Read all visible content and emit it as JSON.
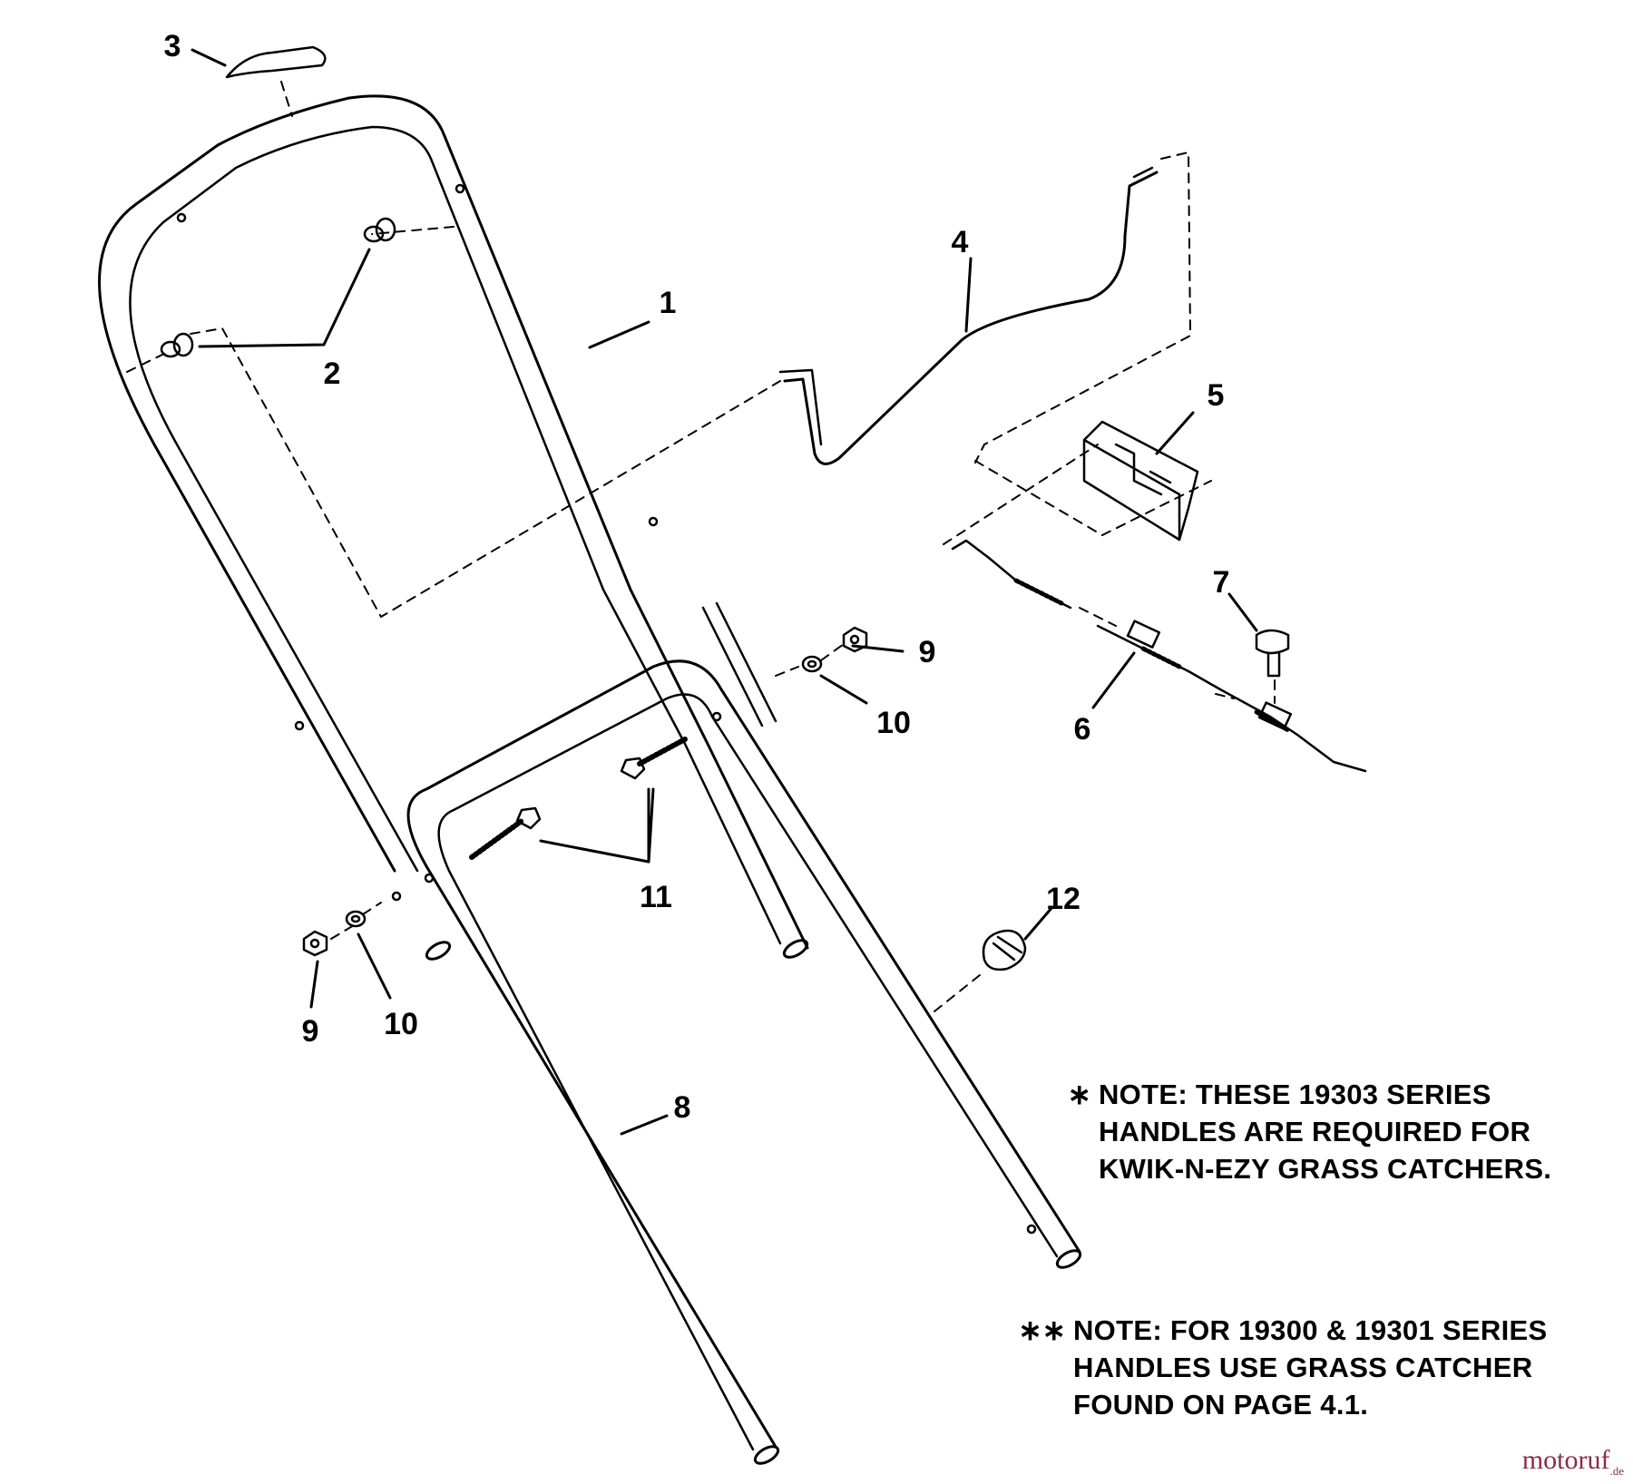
{
  "diagram": {
    "callouts": {
      "c1": "1",
      "c2": "2",
      "c3": "3",
      "c4": "4",
      "c5": "5",
      "c6": "6",
      "c7": "7",
      "c8": "8",
      "c9a": "9",
      "c9b": "9",
      "c10a": "10",
      "c10b": "10",
      "c11": "11",
      "c12": "12"
    }
  },
  "notes": {
    "note1": {
      "marker": "∗",
      "lines": [
        "NOTE: THESE 19303 SERIES",
        "HANDLES ARE REQUIRED FOR",
        "KWIK-N-EZY GRASS CATCHERS."
      ]
    },
    "note2": {
      "marker": "∗∗",
      "lines": [
        "NOTE: FOR 19300 & 19301 SERIES",
        "HANDLES USE GRASS CATCHER",
        "FOUND ON PAGE 4.1."
      ]
    }
  },
  "watermark": {
    "brand": "motoruf",
    "tld": ".de"
  }
}
